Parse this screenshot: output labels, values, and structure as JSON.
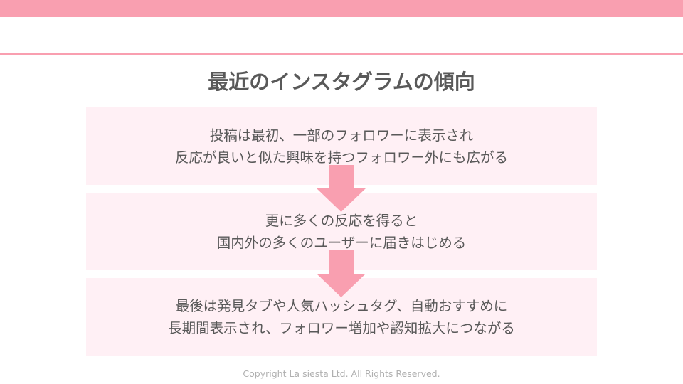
{
  "header": {
    "title": "最近のインスタグラムの傾向"
  },
  "steps": [
    {
      "lines": [
        "投稿は最初、一部のフォロワーに表示され",
        "反応が良いと似た興味を持つフォロワー外にも広がる"
      ]
    },
    {
      "lines": [
        "更に多くの反応を得ると",
        "国内外の多くのユーザーに届きはじめる"
      ]
    },
    {
      "lines": [
        "最後は発見タブや人気ハッシュタグ、自動おすすめに",
        "長期間表示され、フォロワー増加や認知拡大につながる"
      ]
    }
  ],
  "footer": {
    "copyright": "Copyright La siesta Ltd. All Rights Reserved."
  },
  "colors": {
    "accent": "#f99fb0",
    "box": "#fff0f5",
    "text": "#595959"
  }
}
